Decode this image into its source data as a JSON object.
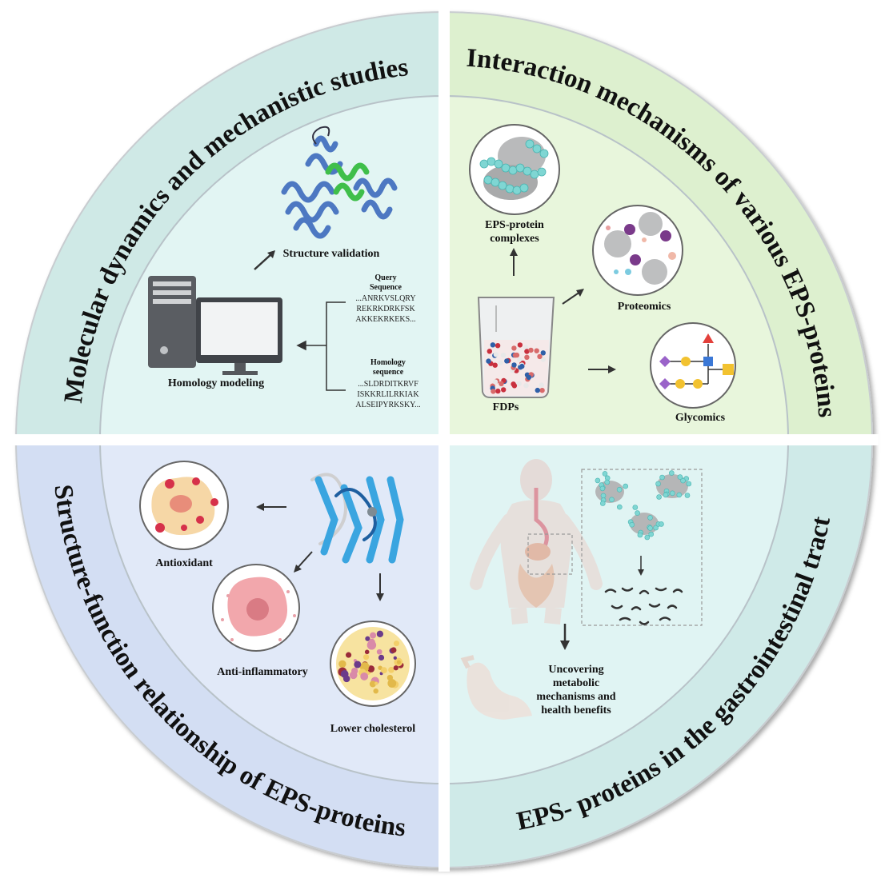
{
  "quadrants": {
    "top_left": {
      "title": "Molecular dynamics and mechanistic studies",
      "structure_validation": "Structure validation",
      "homology_modeling": "Homology modeling",
      "query_title_1": "Query",
      "query_title_2": "Sequence",
      "query_lines": [
        "...ANRKVSLQRY",
        "REKRKDRKFSK",
        "AKKEKRKEKS..."
      ],
      "homology_title_1": "Homology",
      "homology_title_2": "sequence",
      "homology_lines": [
        "...SLDRDITKRVF",
        "ISKKRLILRKIAK",
        "ALSEIPYRKSKY..."
      ]
    },
    "top_right": {
      "title": "Interaction mechanisms of various EPS-proteins",
      "complexes_1": "EPS-protein",
      "complexes_2": "complexes",
      "proteomics": "Proteomics",
      "glycomics": "Glycomics",
      "fdps": "FDPs"
    },
    "bottom_left": {
      "title": "Structure-function relationship of EPS-proteins",
      "antioxidant": "Antioxidant",
      "anti_inflammatory": "Anti-inflammatory",
      "lower_cholesterol": "Lower cholesterol"
    },
    "bottom_right": {
      "title": "EPS- proteins in the gastrointestinal tract",
      "outcome_1": "Uncovering",
      "outcome_2": "metabolic",
      "outcome_3": "mechanisms and",
      "outcome_4": "health benefits"
    }
  },
  "colors": {
    "top_left_outer": "#cfe9e6",
    "top_left_inner": "#e2f5f3",
    "top_right_outer": "#ddf0cf",
    "top_right_inner": "#e8f6dc",
    "bottom_left_outer": "#d3def3",
    "bottom_left_inner": "#e1e9f8",
    "bottom_right_outer": "#cfeae8",
    "bottom_right_inner": "#e0f4f3",
    "separator": "#ffffff",
    "protein_blue": "#4d78c2",
    "protein_green": "#3fbf4a",
    "ribbon_blue": "#3aa5e0"
  }
}
